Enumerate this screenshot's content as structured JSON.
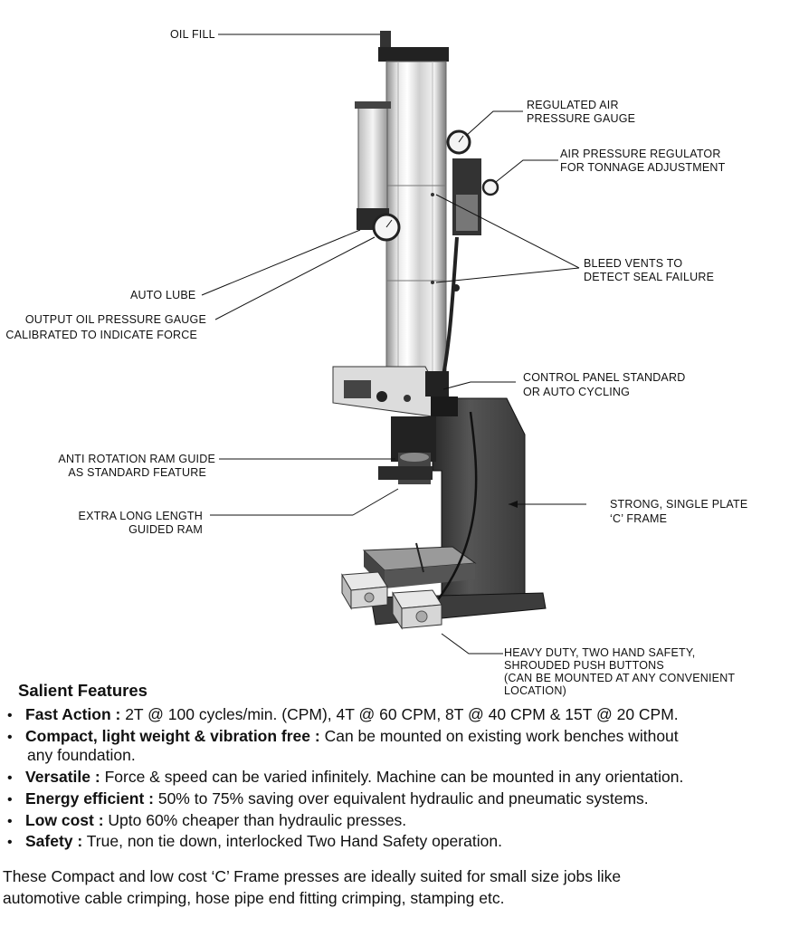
{
  "labels": {
    "oil_fill": "OIL FILL",
    "regulated_gauge_1": "REGULATED AIR",
    "regulated_gauge_2": "PRESSURE GAUGE",
    "regulator_1": "AIR PRESSURE REGULATOR",
    "regulator_2": "FOR TONNAGE ADJUSTMENT",
    "bleed_1": "BLEED VENTS TO",
    "bleed_2": "DETECT SEAL FAILURE",
    "auto_lube": "AUTO LUBE",
    "output_gauge_1": "OUTPUT OIL PRESSURE GAUGE",
    "output_gauge_2": "CALIBRATED TO INDICATE FORCE",
    "control_panel_1": "CONTROL PANEL STANDARD",
    "control_panel_2": "OR AUTO CYCLING",
    "anti_rotation_1": "ANTI ROTATION RAM GUIDE",
    "anti_rotation_2": "AS STANDARD FEATURE",
    "extra_long_1": "EXTRA LONG LENGTH",
    "extra_long_2": "GUIDED RAM",
    "c_frame_1": "STRONG, SINGLE PLATE",
    "c_frame_2": "‘C’ FRAME",
    "push_buttons_1": "HEAVY DUTY, TWO HAND SAFETY,",
    "push_buttons_2": "SHROUDED PUSH BUTTONS",
    "push_buttons_3": "(CAN BE MOUNTED AT ANY CONVENIENT",
    "push_buttons_4": "LOCATION)"
  },
  "features": {
    "heading": "Salient Features",
    "items": [
      {
        "title": "Fast Action :",
        "text": " 2T @ 100 cycles/min. (CPM), 4T @ 60 CPM, 8T @ 40 CPM & 15T @ 20 CPM."
      },
      {
        "title": "Compact, light weight & vibration free :",
        "text": " Can be mounted on existing work benches without",
        "cont": "any foundation."
      },
      {
        "title": "Versatile :",
        "text": " Force & speed can be varied infinitely. Machine can be mounted in any orientation."
      },
      {
        "title": "Energy efficient :",
        "text": " 50% to 75% saving over equivalent hydraulic and pneumatic systems."
      },
      {
        "title": "Low cost :",
        "text": " Upto 60% cheaper than hydraulic presses."
      },
      {
        "title": "Safety :",
        "text": " True, non tie down, interlocked Two Hand Safety operation."
      }
    ]
  },
  "summary": {
    "line1": "These Compact and low cost ‘C’ Frame presses are ideally suited for small size jobs like",
    "line2": "automotive cable crimping, hose pipe end fitting crimping, stamping etc."
  }
}
